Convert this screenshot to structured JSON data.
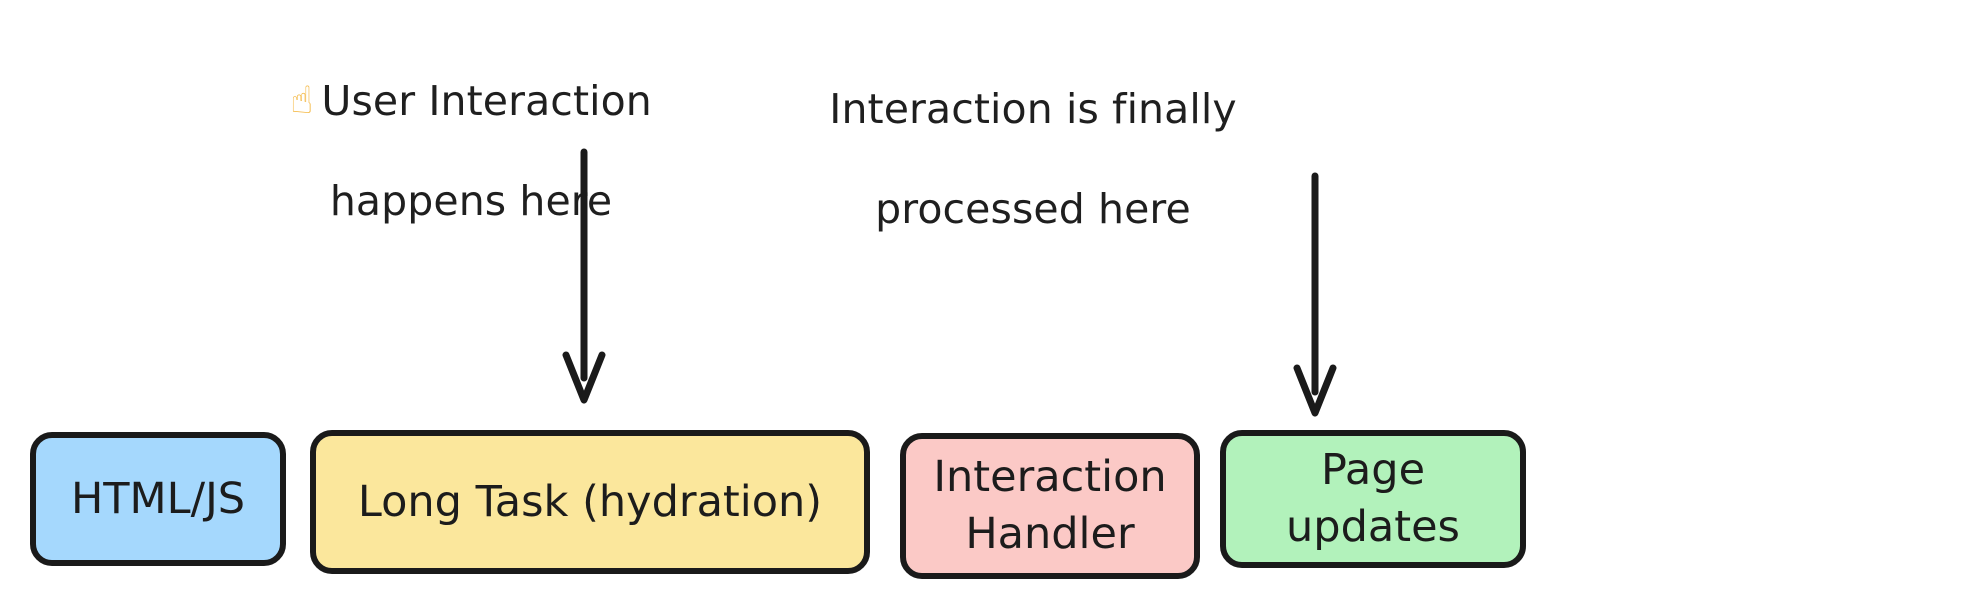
{
  "diagram": {
    "title": "Hydration long task blocking user interaction timeline",
    "background": "#ffffff",
    "ink": "#1a1a1a",
    "annotations": [
      {
        "id": "user-interaction",
        "emoji": "☝",
        "emoji_name": "pointing-up-finger-icon",
        "line1": "User Interaction",
        "line2": "happens here"
      },
      {
        "id": "interaction-processed",
        "emoji": "",
        "emoji_name": "",
        "line1": "Interaction is finally",
        "line2": "processed here"
      }
    ],
    "nodes": [
      {
        "id": "html-js",
        "label": "HTML/JS",
        "fill": "#a5d8fd",
        "stroke": "#1a1a1a"
      },
      {
        "id": "long-task",
        "label": "Long Task (hydration)",
        "fill": "#fbe79c",
        "stroke": "#1a1a1a"
      },
      {
        "id": "interaction-handler",
        "label": "Interaction\nHandler",
        "fill": "#fbc9c6",
        "stroke": "#1a1a1a"
      },
      {
        "id": "page-updates",
        "label": "Page updates",
        "fill": "#b2f2bb",
        "stroke": "#1a1a1a"
      }
    ],
    "arrows": [
      {
        "id": "arrow-to-long-task",
        "from": "user-interaction-label",
        "to": "long-task",
        "direction": "down",
        "color": "#1a1a1a"
      },
      {
        "id": "arrow-to-interaction-handler",
        "from": "interaction-processed-label",
        "to": "interaction-handler",
        "direction": "down",
        "color": "#1a1a1a"
      }
    ]
  }
}
